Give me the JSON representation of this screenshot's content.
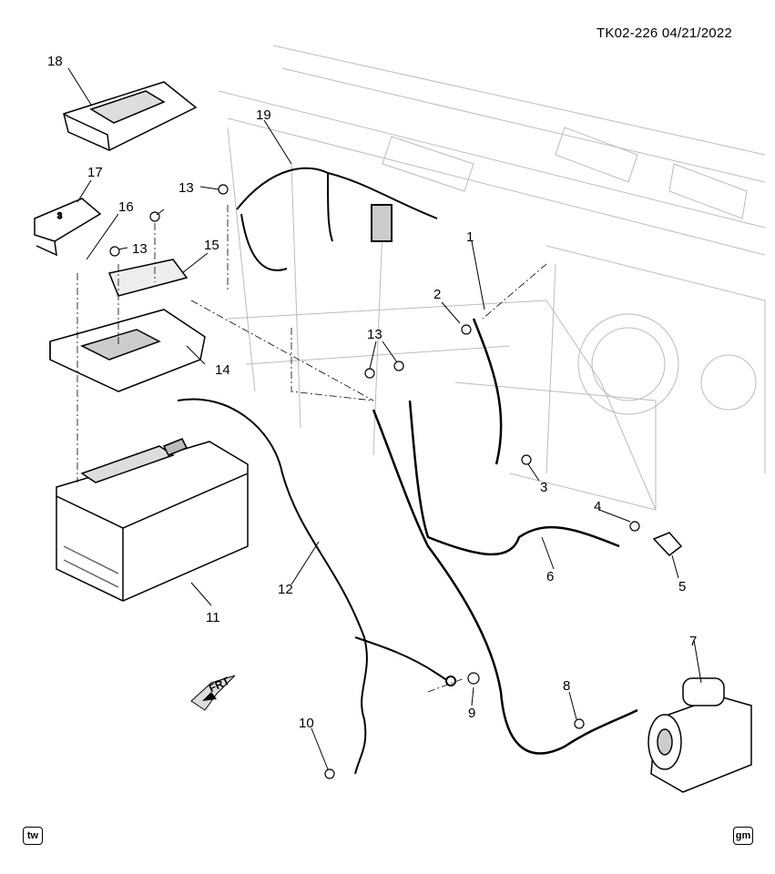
{
  "header": {
    "figure_id": "TK02-226",
    "date": "04/21/2022"
  },
  "callouts": [
    "1",
    "2",
    "3",
    "4",
    "5",
    "6",
    "7",
    "8",
    "9",
    "10",
    "11",
    "12",
    "13",
    "13",
    "13",
    "14",
    "15",
    "16",
    "17",
    "18",
    "19"
  ],
  "direction_label": "FRT",
  "footer": {
    "left_badge": "tw",
    "right_badge": "gm"
  },
  "icons": [
    "frt-arrow-icon",
    "tw-badge-icon",
    "gm-logo-icon"
  ]
}
